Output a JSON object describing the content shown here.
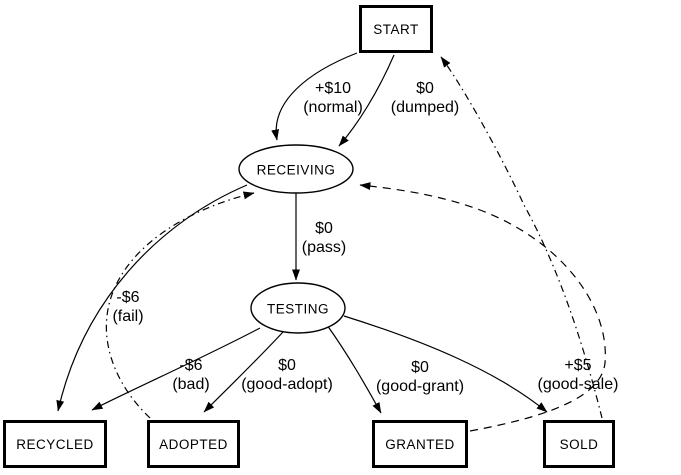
{
  "diagram": {
    "type": "state-transition-graph",
    "colors": {
      "line": "#000000",
      "background": "#ffffff",
      "text": "#000000"
    },
    "nodes": {
      "start": {
        "label": "START",
        "shape": "box"
      },
      "receiving": {
        "label": "RECEIVING",
        "shape": "ellipse"
      },
      "testing": {
        "label": "TESTING",
        "shape": "ellipse"
      },
      "recycled": {
        "label": "RECYCLED",
        "shape": "box"
      },
      "adopted": {
        "label": "ADOPTED",
        "shape": "box"
      },
      "granted": {
        "label": "GRANTED",
        "shape": "box"
      },
      "sold": {
        "label": "SOLD",
        "shape": "box"
      }
    },
    "edges": [
      {
        "from": "START",
        "to": "RECEIVING",
        "reward": "+$10",
        "outcome": "(normal)",
        "label": "+$10\n(normal)",
        "style": "solid"
      },
      {
        "from": "START",
        "to": "RECEIVING",
        "reward": "$0",
        "outcome": "(dumped)",
        "label": "$0\n(dumped)",
        "style": "solid"
      },
      {
        "from": "RECEIVING",
        "to": "TESTING",
        "reward": "$0",
        "outcome": "(pass)",
        "label": "$0\n(pass)",
        "style": "solid"
      },
      {
        "from": "RECEIVING",
        "to": "RECYCLED",
        "reward": "-$6",
        "outcome": "(fail)",
        "label": "-$6\n(fail)",
        "style": "solid"
      },
      {
        "from": "TESTING",
        "to": "RECYCLED",
        "reward": "-$6",
        "outcome": "(bad)",
        "label": "-$6\n(bad)",
        "style": "solid"
      },
      {
        "from": "TESTING",
        "to": "ADOPTED",
        "reward": "$0",
        "outcome": "(good-adopt)",
        "label": "$0\n(good-adopt)",
        "style": "solid"
      },
      {
        "from": "TESTING",
        "to": "GRANTED",
        "reward": "$0",
        "outcome": "(good-grant)",
        "label": "$0\n(good-grant)",
        "style": "solid"
      },
      {
        "from": "TESTING",
        "to": "SOLD",
        "reward": "+$5",
        "outcome": "(good-sale)",
        "label": "+$5\n(good-sale)",
        "style": "solid"
      },
      {
        "from": "ADOPTED",
        "to": "RECEIVING",
        "reward": "",
        "outcome": "",
        "label": "",
        "style": "dash-dot"
      },
      {
        "from": "GRANTED",
        "to": "RECEIVING",
        "reward": "",
        "outcome": "",
        "label": "",
        "style": "dashed"
      },
      {
        "from": "SOLD",
        "to": "START",
        "reward": "",
        "outcome": "",
        "label": "",
        "style": "dash-dot"
      }
    ]
  }
}
